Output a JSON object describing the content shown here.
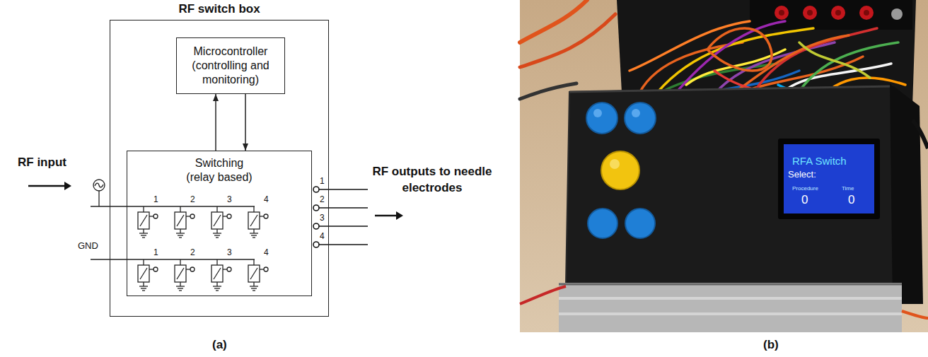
{
  "diagram": {
    "nodes": [
      {
        "text": [
          "RF switch box"
        ]
      },
      {
        "text": [
          "Microcontroller (controlling and monitoring)"
        ],
        "in": 0
      },
      {
        "text": [
          "Switching (relay based)"
        ],
        "in": 0
      }
    ],
    "edges": [
      {
        "from": 2,
        "to": 1,
        "arrow": "to"
      },
      {
        "from": 1,
        "to": 2,
        "arrow": "to"
      }
    ],
    "labels": [
      "RF input",
      "1",
      "2",
      "3",
      "4",
      "1",
      "2",
      "3",
      "4",
      "GND",
      "1",
      "2",
      "3",
      "4",
      "RF outputs to needle electrodes",
      "(a)",
      "RFA Switch",
      "Select:",
      "Procedure",
      "Time",
      "0",
      "0",
      "(b)"
    ]
  }
}
